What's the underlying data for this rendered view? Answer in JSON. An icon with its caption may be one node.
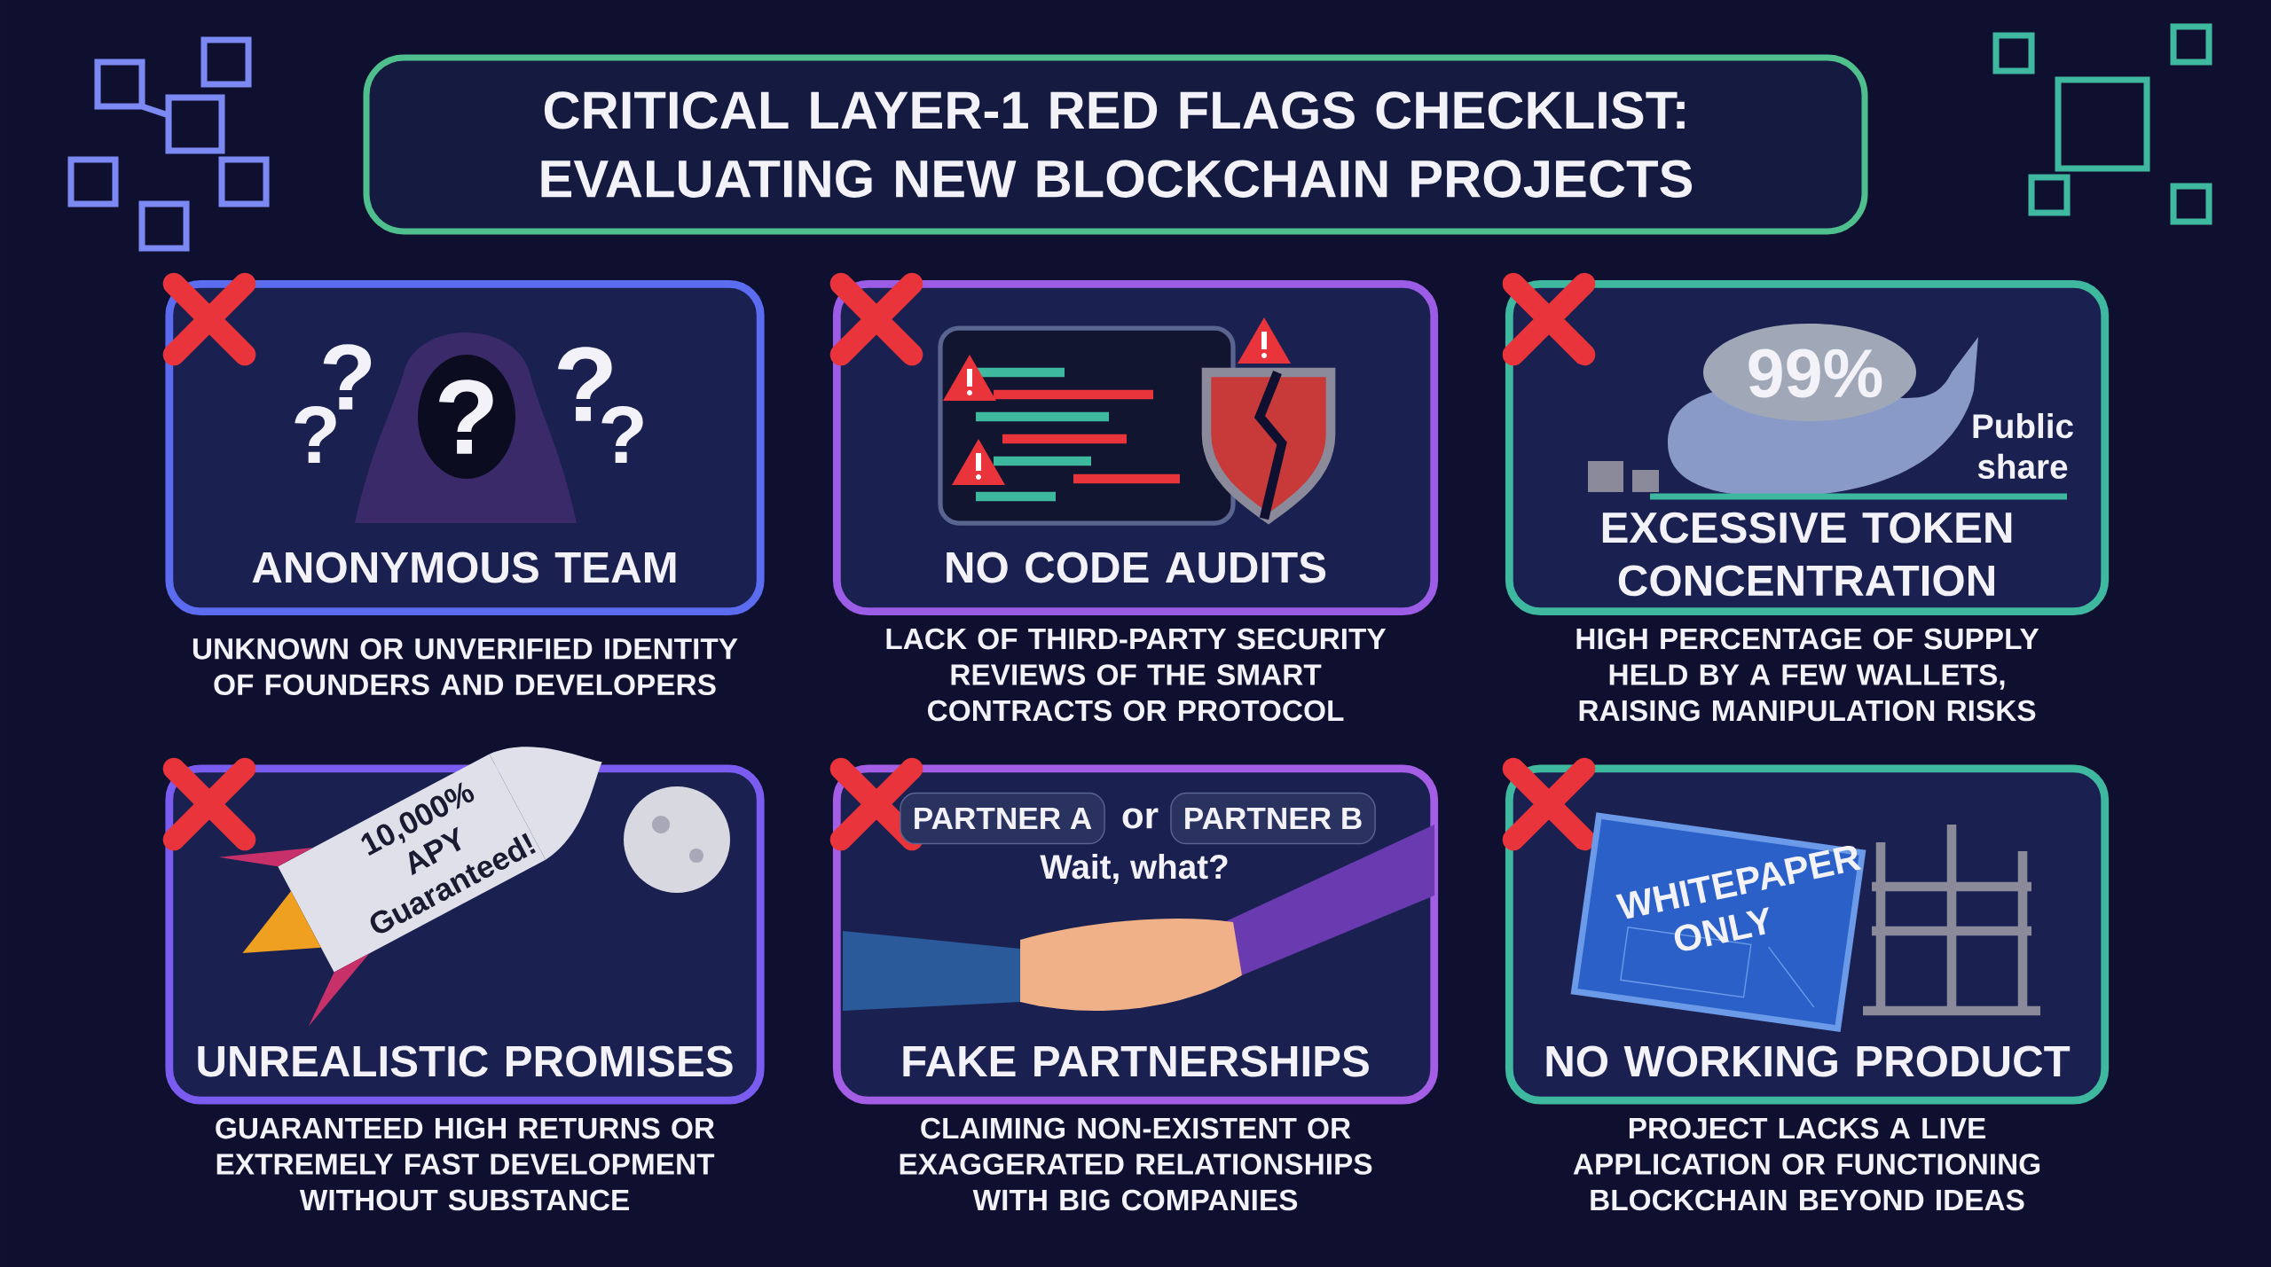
{
  "diagram": {
    "title": "CRITICAL LAYER-1 RED FLAGS CHECKLIST: EVALUATING NEW BLOCKCHAIN PROJECTS",
    "nodes": [
      {
        "text": [
          "ANONYMOUS TEAM"
        ],
        "beside": [
          "UNKNOWN OR UNVERIFIED IDENTITY OF FOUNDERS AND DEVELOPERS"
        ]
      },
      {
        "text": [
          "NO CODE AUDITS"
        ],
        "beside": [
          "LACK OF THIRD-PARTY SECURITY REVIEWS OF THE SMART CONTRACTS OR PROTOCOL"
        ]
      },
      {
        "text": [
          "EXCESSIVE TOKEN CONCENTRATION"
        ],
        "beside": [
          "HIGH PERCENTAGE OF SUPPLY HELD BY A FEW WALLETS, RAISING MANIPULATION RISKS"
        ]
      },
      {
        "text": [
          "UNREALISTIC PROMISES"
        ],
        "beside": [
          "GUARANTEED HIGH RETURNS OR EXTREMELY FAST DEVELOPMENT WITHOUT SUBSTANCE"
        ]
      },
      {
        "text": [
          "FAKE PARTNERSHIPS"
        ],
        "beside": [
          "CLAIMING NON-EXISTENT OR EXAGGERATED RELATIONSHIPS WITH BIG COMPANIES"
        ]
      },
      {
        "text": [
          "PARTNER A"
        ],
        "in": 4
      },
      {
        "text": [
          "PARTNER B"
        ],
        "in": 4
      },
      {
        "text": [
          "NO WORKING PRODUCT"
        ],
        "beside": [
          "PROJECT LACKS A LIVE APPLICATION OR FUNCTIONING BLOCKCHAIN BEYOND IDEAS"
        ]
      }
    ],
    "labels": [
      "?",
      "?",
      "?",
      "?",
      "?",
      "99%",
      "Public share",
      "10,000% APY Guaranteed!",
      "or",
      "Wait, what?",
      "WHITEPAPER ONLY"
    ]
  }
}
